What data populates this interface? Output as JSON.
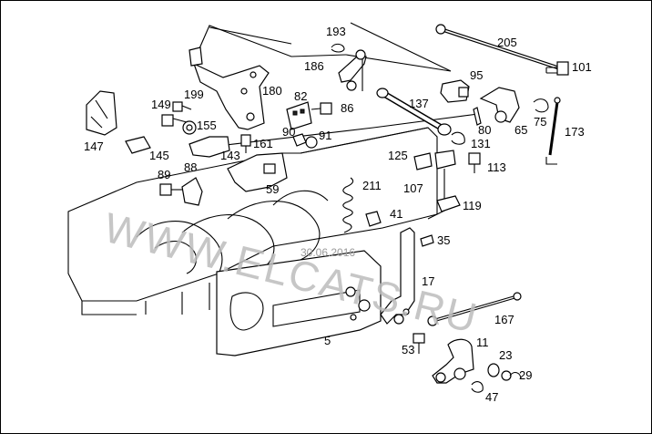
{
  "diagram": {
    "watermark": "WWW.ELCATS.RU",
    "stamp": "30.06.2016",
    "part_labels": [
      "193",
      "205",
      "186",
      "95",
      "101",
      "199",
      "180",
      "82",
      "137",
      "149",
      "86",
      "155",
      "75",
      "65",
      "147",
      "90",
      "91",
      "80",
      "173",
      "161",
      "131",
      "143",
      "145",
      "125",
      "88",
      "113",
      "59",
      "89",
      "107",
      "211",
      "119",
      "41",
      "35",
      "17",
      "167",
      "5",
      "11",
      "53",
      "23",
      "29",
      "47"
    ]
  }
}
